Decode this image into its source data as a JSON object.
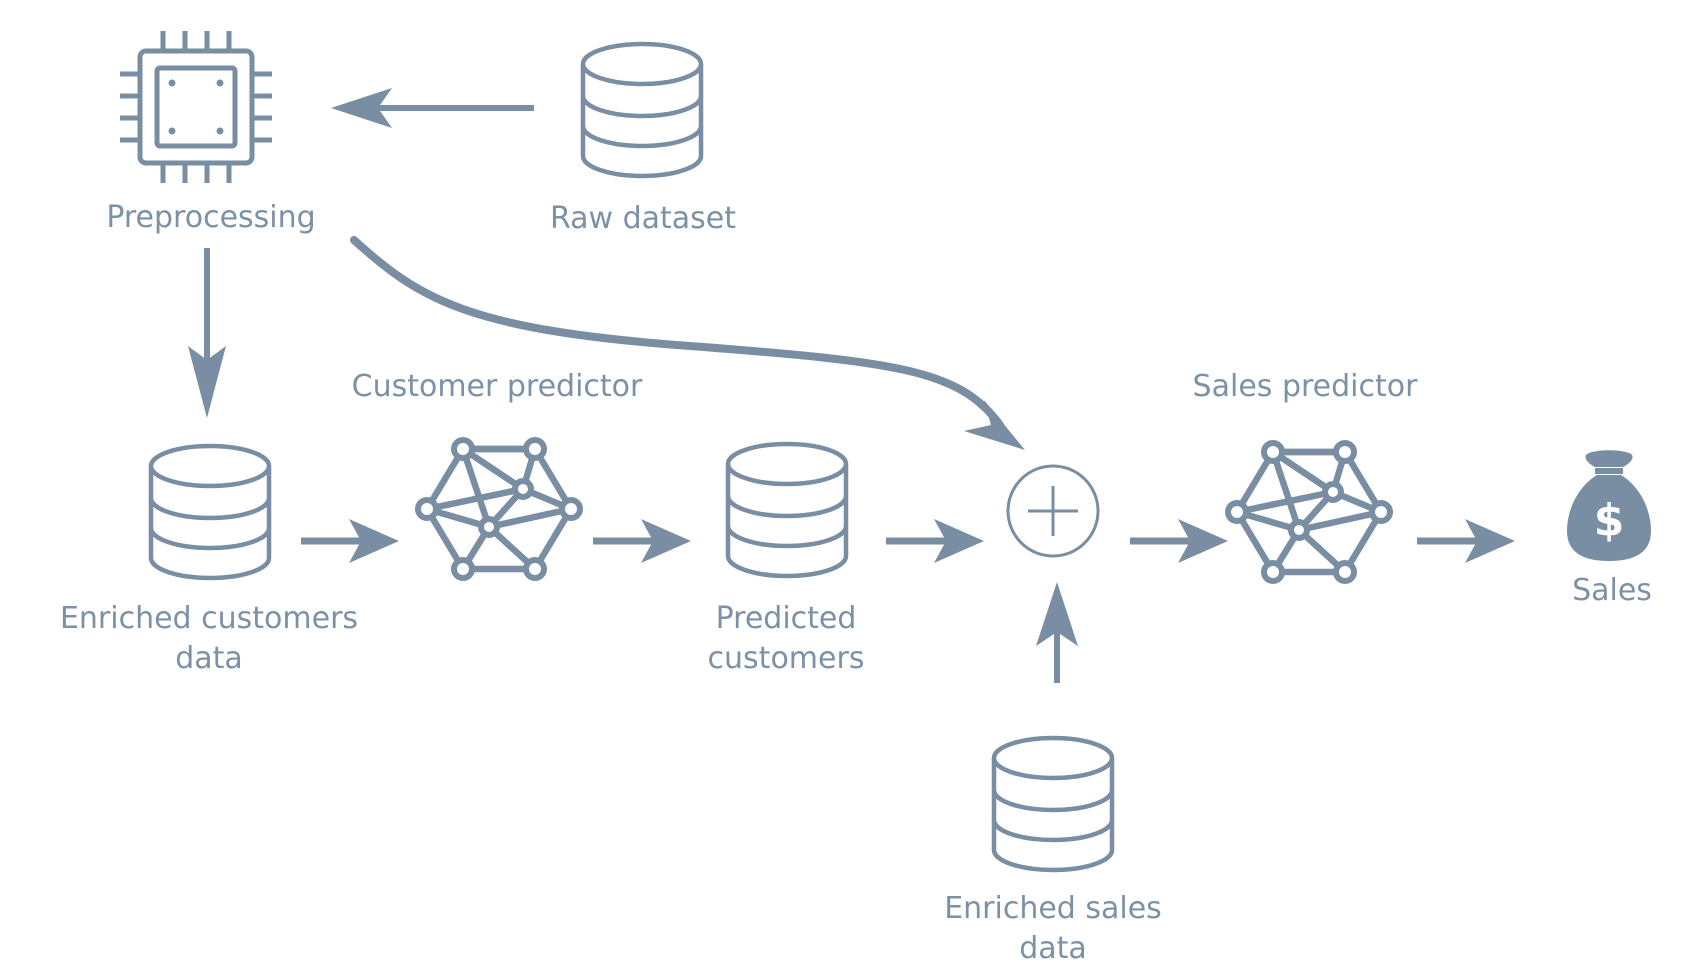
{
  "colors": {
    "stroke": "#7a8ea3",
    "label": "#7d91a6",
    "background": "#ffffff"
  },
  "nodes": {
    "preprocessing": {
      "label": "Preprocessing",
      "icon": "cpu-chip-icon"
    },
    "raw_dataset": {
      "label": "Raw dataset",
      "icon": "database-icon"
    },
    "customer_predictor": {
      "label": "Customer predictor",
      "icon": "neural-network-icon"
    },
    "enriched_customers_data": {
      "label_line1": "Enriched customers",
      "label_line2": "data",
      "icon": "database-icon"
    },
    "predicted_customers": {
      "label_line1": "Predicted",
      "label_line2": "customers",
      "icon": "database-icon"
    },
    "combine": {
      "icon": "plus-circle-icon"
    },
    "sales_predictor": {
      "label": "Sales predictor",
      "icon": "neural-network-icon"
    },
    "sales": {
      "label": "Sales",
      "icon": "money-bag-icon"
    },
    "enriched_sales_data": {
      "label_line1": "Enriched sales",
      "label_line2": "data",
      "icon": "database-icon"
    }
  },
  "edges": [
    {
      "from": "raw_dataset",
      "to": "preprocessing"
    },
    {
      "from": "preprocessing",
      "to": "enriched_customers_data"
    },
    {
      "from": "preprocessing",
      "to": "combine"
    },
    {
      "from": "enriched_customers_data",
      "to": "customer_predictor"
    },
    {
      "from": "customer_predictor",
      "to": "predicted_customers"
    },
    {
      "from": "predicted_customers",
      "to": "combine"
    },
    {
      "from": "enriched_sales_data",
      "to": "combine"
    },
    {
      "from": "combine",
      "to": "sales_predictor"
    },
    {
      "from": "sales_predictor",
      "to": "sales"
    }
  ]
}
